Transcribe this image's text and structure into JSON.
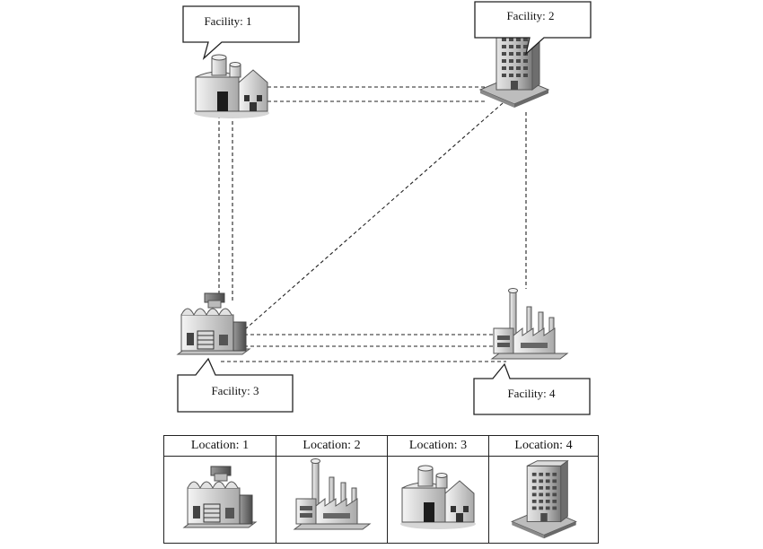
{
  "facilities": [
    {
      "label": "Facility: 1",
      "icon": "factory-building-icon"
    },
    {
      "label": "Facility: 2",
      "icon": "office-tower-icon"
    },
    {
      "label": "Facility: 3",
      "icon": "warehouse-factory-icon"
    },
    {
      "label": "Facility: 4",
      "icon": "industrial-plant-icon"
    }
  ],
  "connections": [
    {
      "from": 1,
      "to": 2
    },
    {
      "from": 1,
      "to": 3
    },
    {
      "from": 2,
      "to": 3
    },
    {
      "from": 2,
      "to": 4
    },
    {
      "from": 3,
      "to": 4
    }
  ],
  "locations": [
    {
      "label": "Location: 1",
      "icon": "warehouse-factory-icon"
    },
    {
      "label": "Location: 2",
      "icon": "industrial-plant-icon"
    },
    {
      "label": "Location: 3",
      "icon": "factory-building-icon"
    },
    {
      "label": "Location: 4",
      "icon": "office-tower-icon"
    }
  ]
}
